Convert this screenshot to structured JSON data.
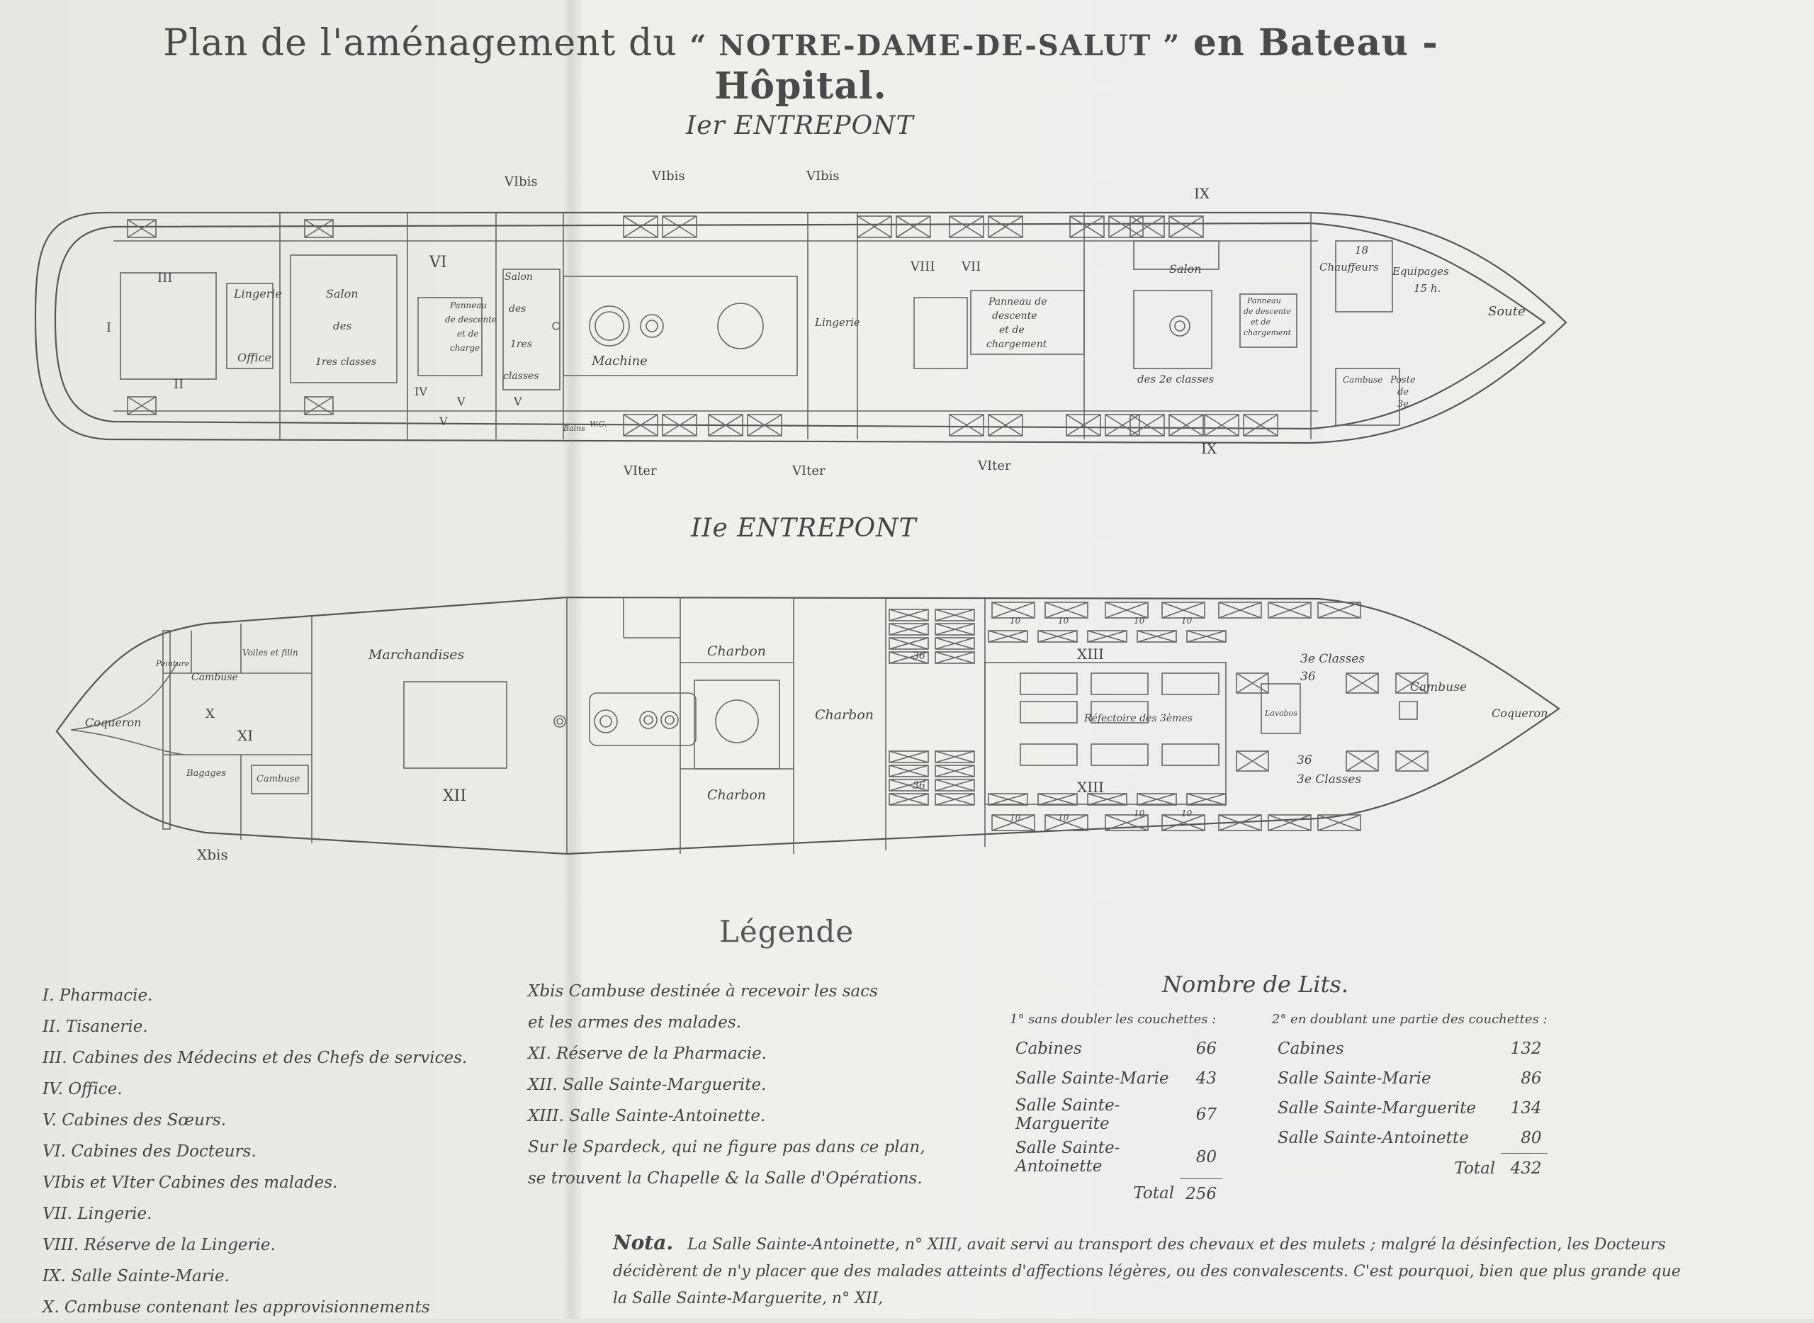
{
  "title": {
    "prefix": "Plan de l'aménagement du",
    "ship": "“ NOTRE-DAME-DE-SALUT ”",
    "suffix": "en Bateau - Hôpital."
  },
  "deck1": {
    "label": "Ier ENTREPONT",
    "rooms": [
      "Lingerie",
      "Office",
      "Salon",
      "des",
      "1res classes",
      "Salon",
      "des",
      "1res",
      "classes",
      "Panneau",
      "de descente",
      "et de",
      "charge",
      "Machine",
      "Lingerie",
      "Panneau de",
      "descente",
      "et de",
      "chargement",
      "Salon",
      "des 2e classes",
      "Panneau",
      "de descente",
      "et de",
      "chargement",
      "18",
      "Chauffeurs",
      "Equipages",
      "15 h.",
      "Soute",
      "Cambuse",
      "Poste",
      "de",
      "3e",
      "Bains",
      "W.C."
    ],
    "romans": [
      "I",
      "III",
      "II",
      "VI",
      "IV",
      "V",
      "V",
      "V",
      "VIII",
      "VII",
      "IX",
      "IX",
      "VIbis",
      "VIbis",
      "VIbis",
      "VIter",
      "VIter",
      "VIter"
    ]
  },
  "deck2": {
    "label": "IIe ENTREPONT",
    "rooms": [
      "Coqueron",
      "Peinture",
      "Cambuse",
      "Voiles et filin",
      "Bagages",
      "Cambuse",
      "Marchandises",
      "Charbon",
      "Charbon",
      "Charbon",
      "Réfectoire des 3èmes",
      "Lavabos",
      "3e Classes",
      "36",
      "3e Classes",
      "36",
      "Cambuse",
      "Coqueron"
    ],
    "romans": [
      "X",
      "XI",
      "XII",
      "XIII",
      "XIII",
      "Xbis"
    ],
    "berth_counts": [
      "10",
      "10",
      "10",
      "10",
      "10",
      "10",
      "10",
      "10",
      "36",
      "36"
    ]
  },
  "legend": {
    "title": "Légende",
    "col1": [
      "I. Pharmacie.",
      "II. Tisanerie.",
      "III. Cabines des Médecins et des Chefs de services.",
      "IV. Office.",
      "V. Cabines des Sœurs.",
      "VI. Cabines des Docteurs.",
      "VIbis et VIter Cabines des malades.",
      "VII. Lingerie.",
      "VIII. Réserve de la Lingerie.",
      "IX. Salle Sainte-Marie.",
      "X. Cambuse contenant les approvisionnements"
    ],
    "col2": [
      "Xbis Cambuse destinée à recevoir les sacs",
      "et les armes des malades.",
      "XI. Réserve de la Pharmacie.",
      "XII. Salle Sainte-Marguerite.",
      "XIII. Salle Sainte-Antoinette.",
      "Sur le Spardeck, qui ne figure pas dans ce plan,",
      "se trouvent la Chapelle & la Salle d'Opérations."
    ]
  },
  "beds": {
    "title": "Nombre de Lits.",
    "table1": {
      "caption": "1° sans doubler les couchettes :",
      "rows": [
        [
          "Cabines",
          "66"
        ],
        [
          "Salle Sainte-Marie",
          "43"
        ],
        [
          "Salle Sainte-Marguerite",
          "67"
        ],
        [
          "Salle Sainte-Antoinette",
          "80"
        ],
        [
          "Total",
          "256"
        ]
      ]
    },
    "table2": {
      "caption": "2° en doublant une partie des couchettes :",
      "rows": [
        [
          "Cabines",
          "132"
        ],
        [
          "Salle Sainte-Marie",
          "86"
        ],
        [
          "Salle Sainte-Marguerite",
          "134"
        ],
        [
          "Salle Sainte-Antoinette",
          "80"
        ],
        [
          "Total",
          "432"
        ]
      ]
    }
  },
  "nota": {
    "label": "Nota.",
    "text": "La Salle Sainte-Antoinette, n° XIII, avait servi au transport des chevaux et des mulets ; malgré la désinfection, les Docteurs décidèrent de n'y placer que des malades atteints d'affections légères, ou des convalescents. C'est pourquoi, bien que plus grande que la Salle Sainte-Marguerite, n° XII,"
  }
}
